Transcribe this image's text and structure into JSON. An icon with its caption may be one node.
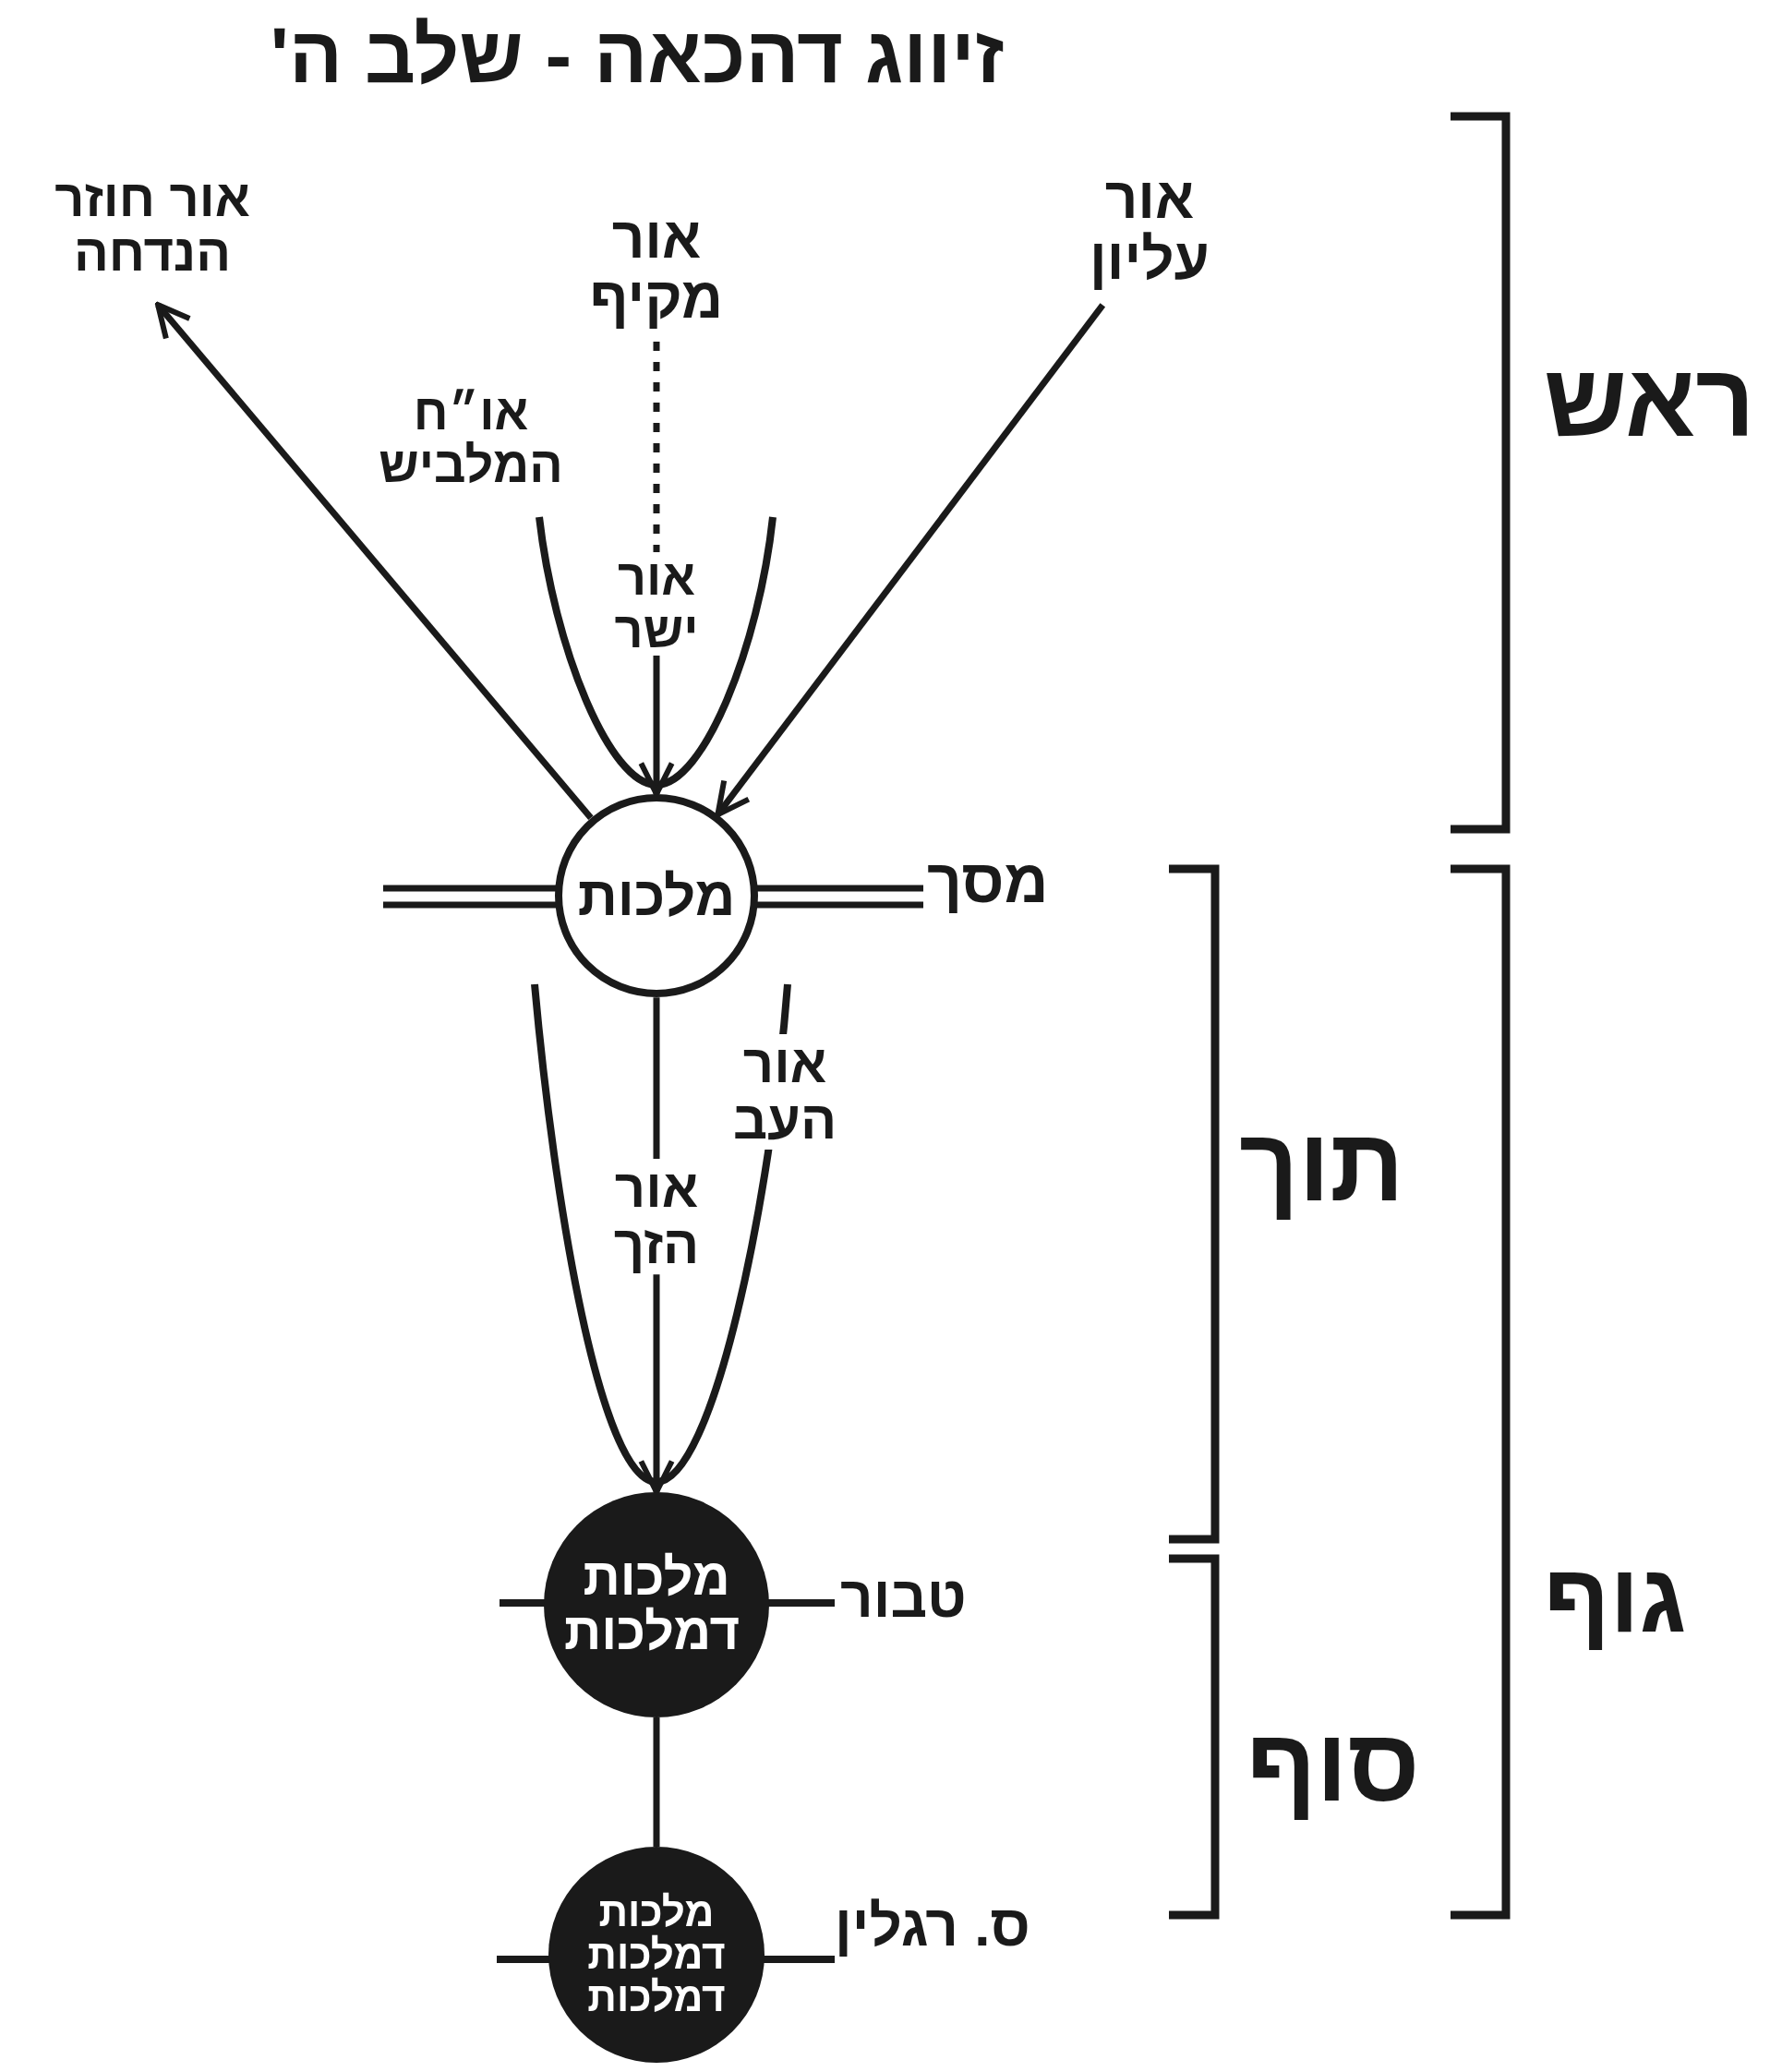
{
  "diagram": {
    "title": "זיווג דהכאה - שלב ה'",
    "nodes": [
      {
        "text": [
          "אור חוזר הנדחה"
        ]
      },
      {
        "text": [
          "אור מקיף"
        ]
      },
      {
        "text": [
          "אור עליון"
        ]
      },
      {
        "text": [
          "או״ח המלביש"
        ]
      },
      {
        "text": [
          "אור ישר"
        ]
      },
      {
        "text": [
          "מלכות"
        ]
      },
      {
        "text": [
          "אור העב"
        ]
      },
      {
        "text": [
          "אור הזך"
        ]
      },
      {
        "text": [
          "מלכות דמלכות"
        ]
      },
      {
        "text": [
          "מלכות דמלכות דמלכות"
        ]
      }
    ],
    "edges": [
      {
        "from": 5,
        "to": 0,
        "arrow": "to"
      },
      {
        "from": 2,
        "to": 5,
        "arrow": "to"
      },
      {
        "from": 1,
        "to": 4,
        "arrow": "none",
        "style": "dashed"
      },
      {
        "from": 4,
        "to": 5,
        "arrow": "to"
      },
      {
        "from": 5,
        "to": 7,
        "arrow": "none"
      },
      {
        "from": 7,
        "to": 8,
        "arrow": "to"
      },
      {
        "from": 8,
        "to": 9,
        "arrow": "none"
      }
    ],
    "labels": [
      "ראש",
      "מסך",
      "תוך",
      "טבור",
      "גוף",
      "סוף",
      "ס. רגלין"
    ]
  }
}
